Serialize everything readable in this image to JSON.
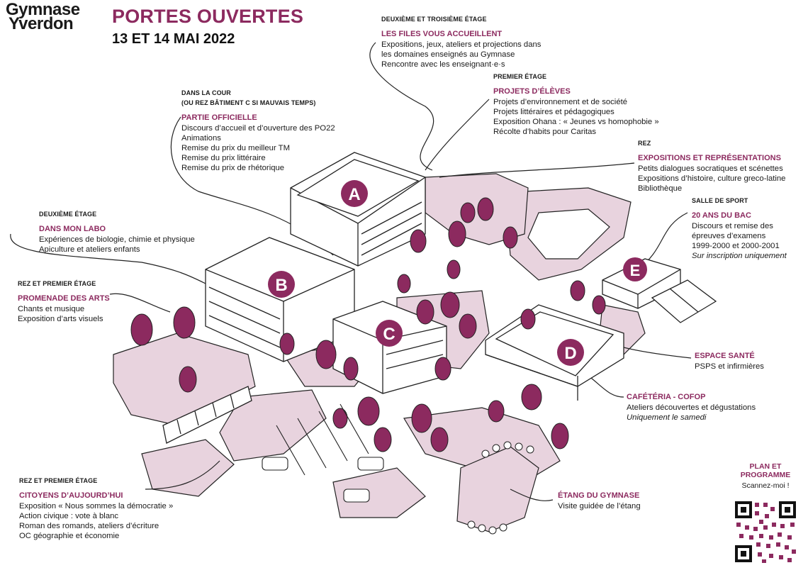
{
  "logo": {
    "line1": "Gymnase",
    "line2": "Yverdon"
  },
  "header": {
    "title": "PORTES OUVERTES",
    "dates": "13 ET 14 MAI 2022"
  },
  "buildings": [
    "A",
    "B",
    "C",
    "D",
    "E"
  ],
  "blocks": {
    "files": {
      "cap": "DEUXIÈME ET TROISIÈME ÉTAGE",
      "head": "LES FILES VOUS ACCUEILLENT",
      "lines": [
        "Expositions, jeux, ateliers et projections dans",
        "les domaines enseignés au Gymnase",
        "Rencontre avec les enseignant·e·s"
      ]
    },
    "projets": {
      "cap": "PREMIER ÉTAGE",
      "head": "PROJETS D’ÉLÈVES",
      "lines": [
        "Projets d’environnement et de société",
        "Projets littéraires et pédagogiques",
        "Exposition Ohana : « Jeunes vs homophobie »",
        "Récolte d’habits pour Caritas"
      ]
    },
    "officielle": {
      "cap1": "DANS LA COUR",
      "cap2": "(OU REZ BÂTIMENT C SI MAUVAIS TEMPS)",
      "head": "PARTIE OFFICIELLE",
      "lines": [
        "Discours d’accueil et d’ouverture des PO22",
        "Animations",
        "Remise du prix du meilleur TM",
        "Remise du prix littéraire",
        "Remise du prix de rhétorique"
      ]
    },
    "expositions": {
      "cap": "REZ",
      "head": "EXPOSITIONS ET REPRÉSENTATIONS",
      "lines": [
        "Petits dialogues socratiques et scénettes",
        "Expositions d’histoire, culture greco-latine",
        "Bibliothèque"
      ]
    },
    "sport": {
      "cap": "SALLE DE SPORT",
      "head": "20 ANS DU BAC",
      "lines": [
        "Discours et remise des",
        "épreuves d’examens",
        "1999-2000 et 2000-2001"
      ],
      "italic": "Sur inscription uniquement"
    },
    "labo": {
      "cap": "DEUXIÈME ÉTAGE",
      "head": "DANS MON LABO",
      "lines": [
        "Expériences de biologie, chimie et physique",
        "Apiculture et ateliers enfants"
      ]
    },
    "arts": {
      "cap": "REZ ET PREMIER ÉTAGE",
      "head": "PROMENADE DES ARTS",
      "lines": [
        "Chants et musique",
        "Exposition d’arts visuels"
      ]
    },
    "sante": {
      "head": "ESPACE SANTÉ",
      "lines": [
        "PSPS et infirmières"
      ]
    },
    "cafeteria": {
      "head": "CAFÉTÉRIA - COFOP",
      "lines": [
        "Ateliers découvertes et dégustations"
      ],
      "italic": "Uniquement le samedi"
    },
    "citoyens": {
      "cap": "REZ ET PREMIER ÉTAGE",
      "head": "CITOYENS D’AUJOURD’HUI",
      "lines": [
        "Exposition « Nous sommes la démocratie »",
        "Action civique : vote à blanc",
        "Roman des romands, ateliers d’écriture",
        "OC géographie et économie"
      ]
    },
    "etang": {
      "head": "ÉTANG DU GYMNASE",
      "lines": [
        "Visite guidée de l’étang"
      ]
    }
  },
  "qr": {
    "title1": "PLAN ET",
    "title2": "PROGRAMME",
    "sub": "Scannez-moi !"
  },
  "colors": {
    "accent": "#8c2a5f",
    "zone": "#e8d3de",
    "tree": "#8c2a5f"
  }
}
